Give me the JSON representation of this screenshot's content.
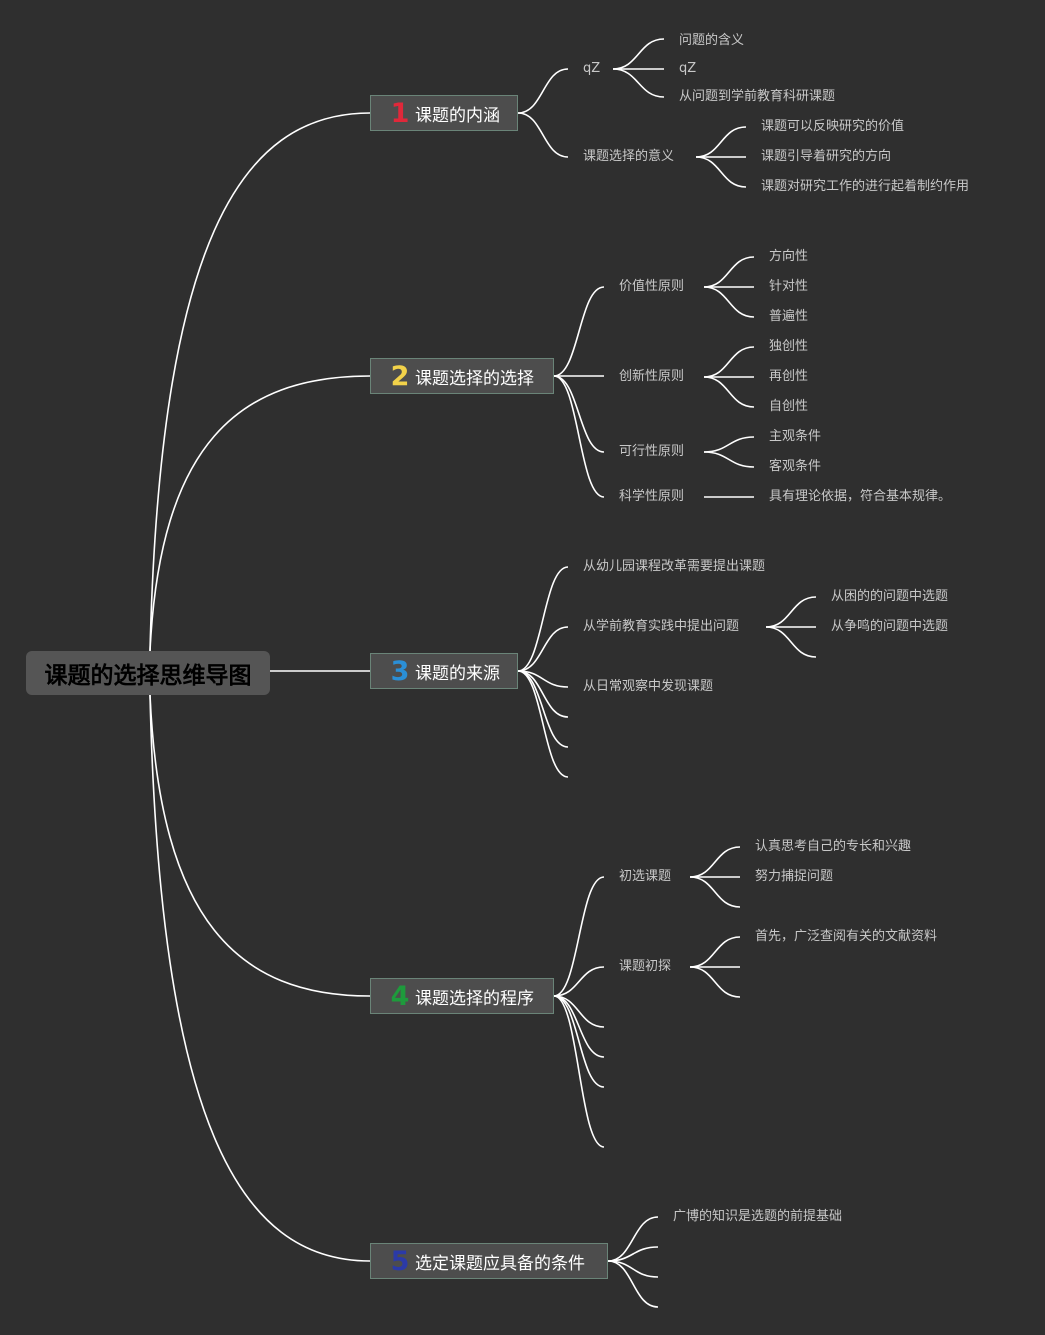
{
  "root": {
    "label": "课题的选择思维导图"
  },
  "branches": [
    {
      "number": "1",
      "label": "课题的内涵",
      "number_color": "#e0283a",
      "children": [
        {
          "label": "qZ",
          "children": [
            "问题的含义",
            "qZ",
            "从问题到学前教育科研课题"
          ]
        },
        {
          "label": "课题选择的意义",
          "children": [
            "课题可以反映研究的价值",
            "课题引导着研究的方向",
            "课题对研究工作的进行起着制约作用"
          ]
        }
      ]
    },
    {
      "number": "2",
      "label": "课题选择的选择",
      "number_color": "#f2d24a",
      "children": [
        {
          "label": "价值性原则",
          "children": [
            "方向性",
            "针对性",
            "普遍性"
          ]
        },
        {
          "label": "创新性原则",
          "children": [
            "独创性",
            "再创性",
            "自创性"
          ]
        },
        {
          "label": "可行性原则",
          "children": [
            "主观条件",
            "客观条件"
          ]
        },
        {
          "label": "科学性原则",
          "children": [
            "具有理论依据，符合基本规律。"
          ]
        }
      ]
    },
    {
      "number": "3",
      "label": "课题的来源",
      "number_color": "#2b8fd6",
      "children": [
        {
          "label": "从幼儿园课程改革需要提出课题",
          "children": []
        },
        {
          "label": "从学前教育实践中提出问题",
          "children": [
            "从困的的问题中选题",
            "从争鸣的问题中选题"
          ]
        },
        {
          "label": "从日常观察中发现课题",
          "children": []
        },
        {
          "label": "",
          "children": []
        },
        {
          "label": "",
          "children": []
        },
        {
          "label": "",
          "children": []
        }
      ]
    },
    {
      "number": "4",
      "label": "课题选择的程序",
      "number_color": "#1e9a3c",
      "children": [
        {
          "label": "初选课题",
          "children": [
            "认真思考自己的专长和兴趣",
            "努力捕捉问题",
            ""
          ]
        },
        {
          "label": "课题初探",
          "children": [
            "首先，广泛查阅有关的文献资料",
            "",
            ""
          ]
        },
        {
          "label": "",
          "children": []
        },
        {
          "label": "",
          "children": []
        },
        {
          "label": "",
          "children": []
        },
        {
          "label": "",
          "children": []
        }
      ]
    },
    {
      "number": "5",
      "label": "选定课题应具备的条件",
      "number_color": "#2b3aa8",
      "children": [
        {
          "label": "广博的知识是选题的前提基础",
          "children": []
        },
        {
          "label": "",
          "children": []
        },
        {
          "label": "",
          "children": []
        },
        {
          "label": "",
          "children": []
        }
      ]
    }
  ],
  "colors": {
    "background": "#2f2f2f",
    "line": "#ffffff",
    "text": "#c8c8c8",
    "branch_fill": "#4d4d4d",
    "branch_border": "#6a8478",
    "root_fill": "#555555"
  }
}
